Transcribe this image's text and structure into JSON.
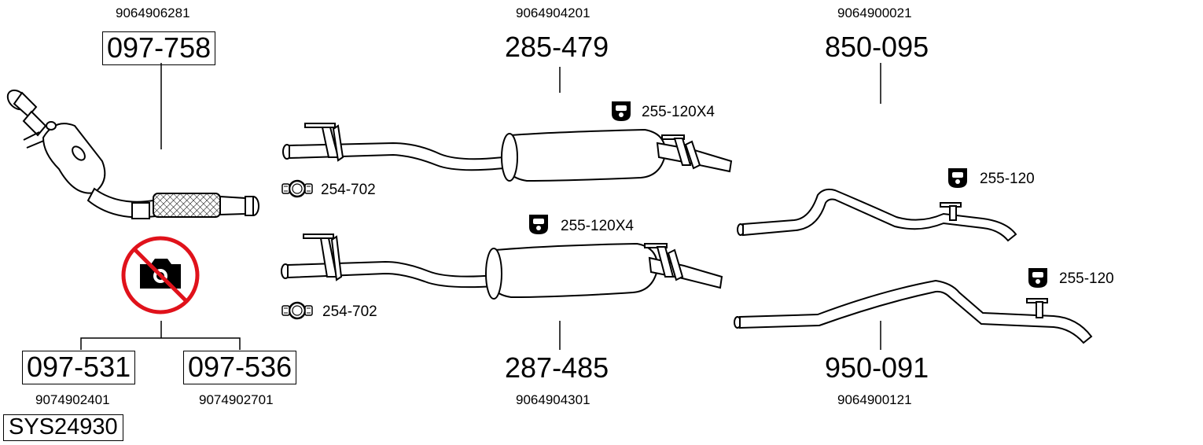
{
  "colors": {
    "line": "#000000",
    "background": "#ffffff",
    "forbidden": "#e0121b"
  },
  "parts": {
    "p1": {
      "oem": "9064906281",
      "number": "097-758"
    },
    "p2": {
      "oem": "9064904201",
      "number": "285-479"
    },
    "p3": {
      "oem": "9064900021",
      "number": "850-095"
    },
    "p4": {
      "oem": "9074902401",
      "number": "097-531"
    },
    "p5": {
      "oem": "9074902701",
      "number": "097-536"
    },
    "p6": {
      "oem": "9064904301",
      "number": "287-485"
    },
    "p7": {
      "oem": "9064900121",
      "number": "950-091"
    }
  },
  "accessories": {
    "a1": {
      "label": "255-120X4",
      "icon": "rubber-mount-icon"
    },
    "a2": {
      "label": "254-702",
      "icon": "pipe-clamp-icon"
    },
    "a3": {
      "label": "255-120X4",
      "icon": "rubber-mount-icon"
    },
    "a4": {
      "label": "254-702",
      "icon": "pipe-clamp-icon"
    },
    "a5": {
      "label": "255-120",
      "icon": "rubber-mount-icon"
    },
    "a6": {
      "label": "255-120",
      "icon": "rubber-mount-icon"
    }
  },
  "system_code": "SYS24930",
  "no_photo_icon": "no-camera-icon"
}
